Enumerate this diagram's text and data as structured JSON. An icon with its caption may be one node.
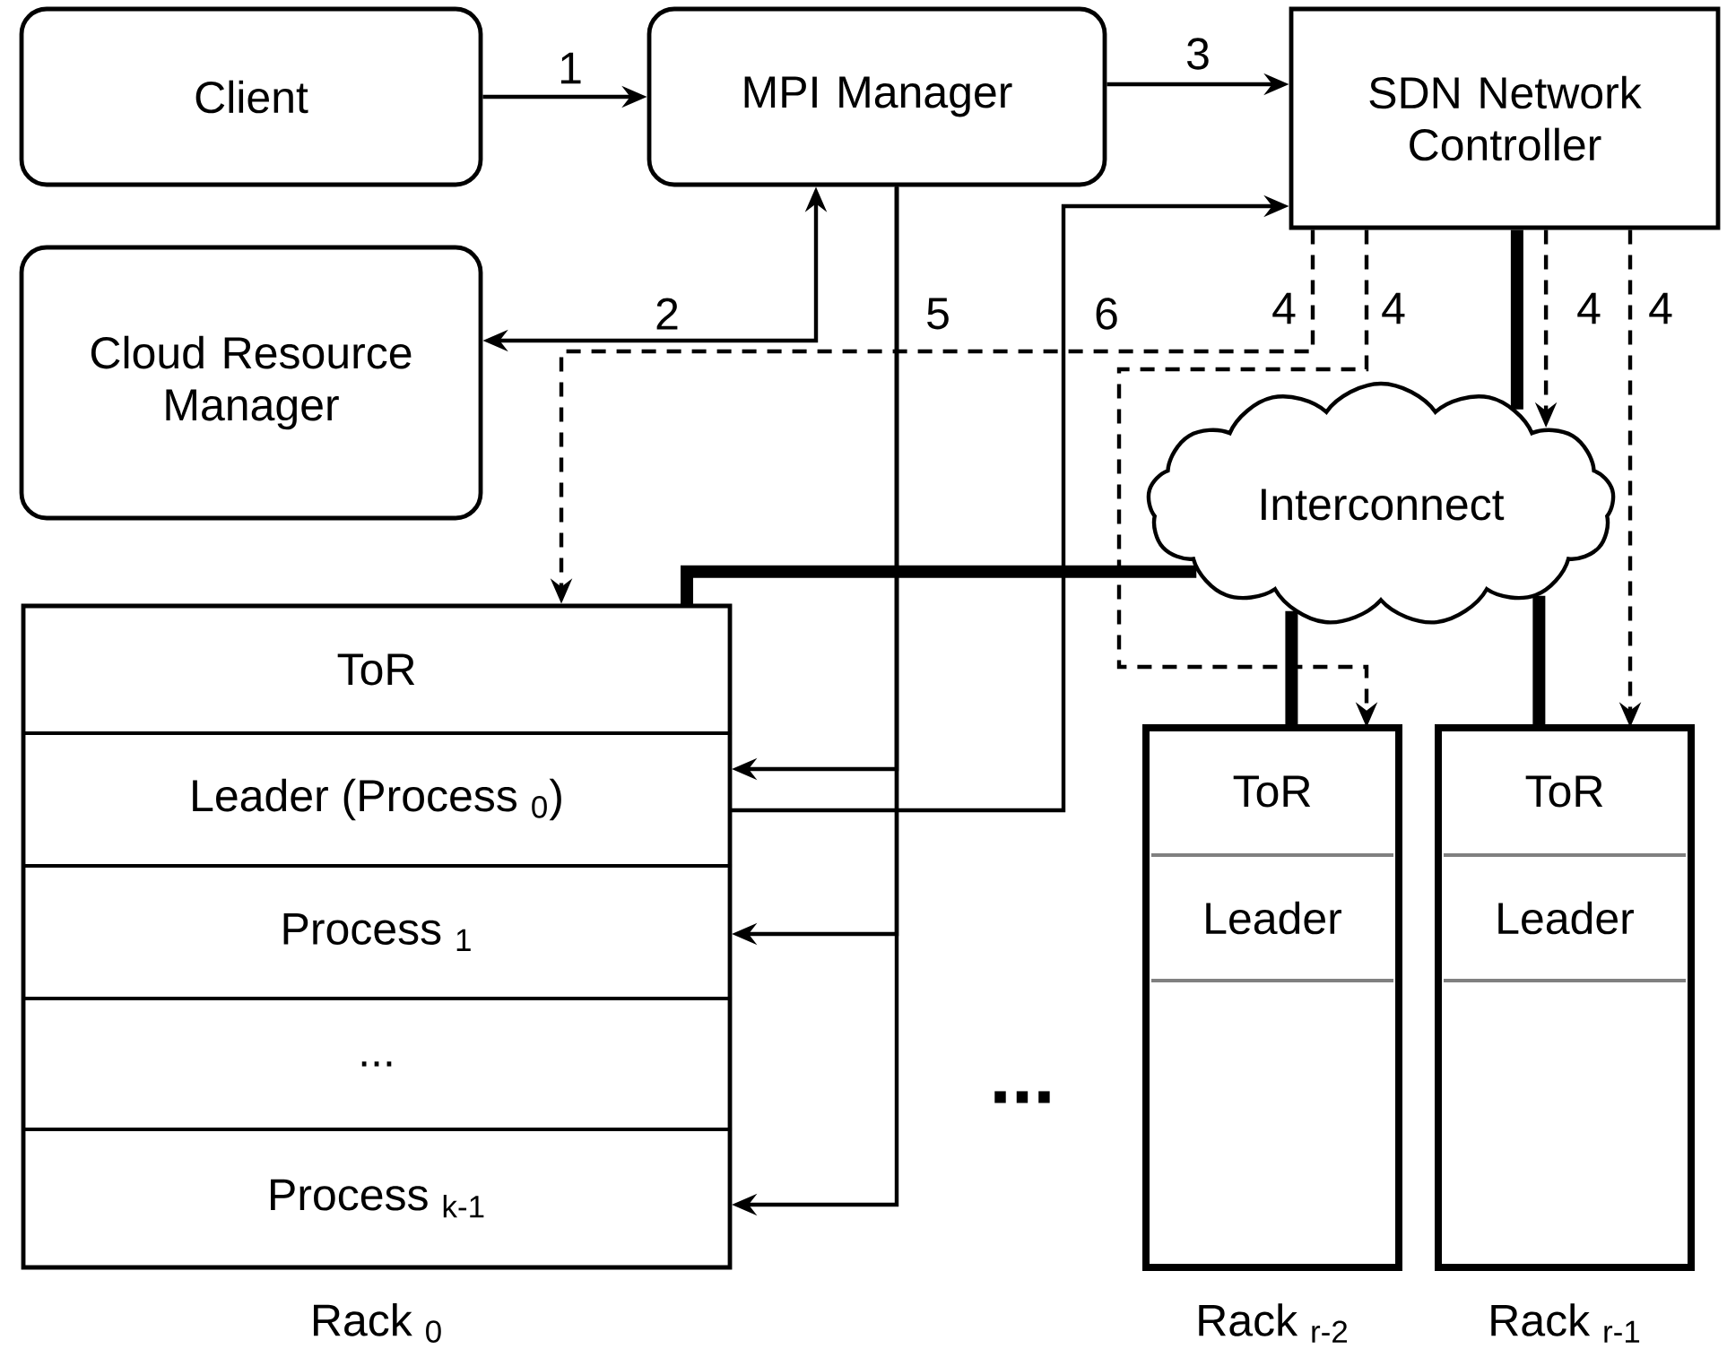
{
  "diagram": {
    "nodes": [
      {
        "text": [
          "Client"
        ]
      },
      {
        "text": [
          "MPI Manager"
        ]
      },
      {
        "text": [
          "SDN Network Controller"
        ]
      },
      {
        "text": [
          "Cloud Resource Manager"
        ]
      },
      {
        "text": [
          "Interconnect"
        ]
      },
      {
        "text": [
          "Rack $_{0}$"
        ]
      },
      {
        "text": [
          "ToR"
        ],
        "in": 5
      },
      {
        "text": [
          "Leader (Process $_{0}$)"
        ],
        "in": 5
      },
      {
        "text": [
          "Process $_{1}$"
        ],
        "in": 5
      },
      {
        "text": [
          "..."
        ],
        "in": 5
      },
      {
        "text": [
          "Process $_{k-1}$"
        ],
        "in": 5
      },
      {
        "text": [
          "Rack $_{r-2}$"
        ]
      },
      {
        "text": [
          "ToR"
        ],
        "in": 11
      },
      {
        "text": [
          "Leader"
        ],
        "in": 11
      },
      {
        "text": [
          "Rack $_{r-1}$"
        ]
      },
      {
        "text": [
          "ToR"
        ],
        "in": 14
      },
      {
        "text": [
          "Leader"
        ],
        "in": 14
      }
    ],
    "edges": [
      {
        "from": 0,
        "to": 1,
        "arrow": "to",
        "label": "1"
      },
      {
        "from": 1,
        "to": 3,
        "arrow": "both",
        "label": "2"
      },
      {
        "from": 1,
        "to": 2,
        "arrow": "to",
        "label": "3"
      },
      {
        "from": 2,
        "to": 5,
        "arrow": "to",
        "label": "4",
        "style": "dashed"
      },
      {
        "from": 2,
        "to": 12,
        "arrow": "to",
        "label": "4",
        "style": "dashed"
      },
      {
        "from": 2,
        "to": 4,
        "arrow": "to",
        "label": "4",
        "style": "dashed"
      },
      {
        "from": 2,
        "to": 15,
        "arrow": "to",
        "label": "4",
        "style": "dashed"
      },
      {
        "from": 2,
        "to": 4,
        "arrow": "none",
        "style": "thick"
      },
      {
        "from": 4,
        "to": 6,
        "arrow": "none",
        "style": "thick"
      },
      {
        "from": 4,
        "to": 12,
        "arrow": "none",
        "style": "thick"
      },
      {
        "from": 4,
        "to": 15,
        "arrow": "none",
        "style": "thick"
      },
      {
        "from": 1,
        "to": 7,
        "arrow": "to",
        "label": "5"
      },
      {
        "from": 1,
        "to": 8,
        "arrow": "to"
      },
      {
        "from": 1,
        "to": 10,
        "arrow": "to"
      },
      {
        "from": 7,
        "to": 2,
        "arrow": "to",
        "label": "6"
      }
    ],
    "labels": [
      "..."
    ]
  }
}
